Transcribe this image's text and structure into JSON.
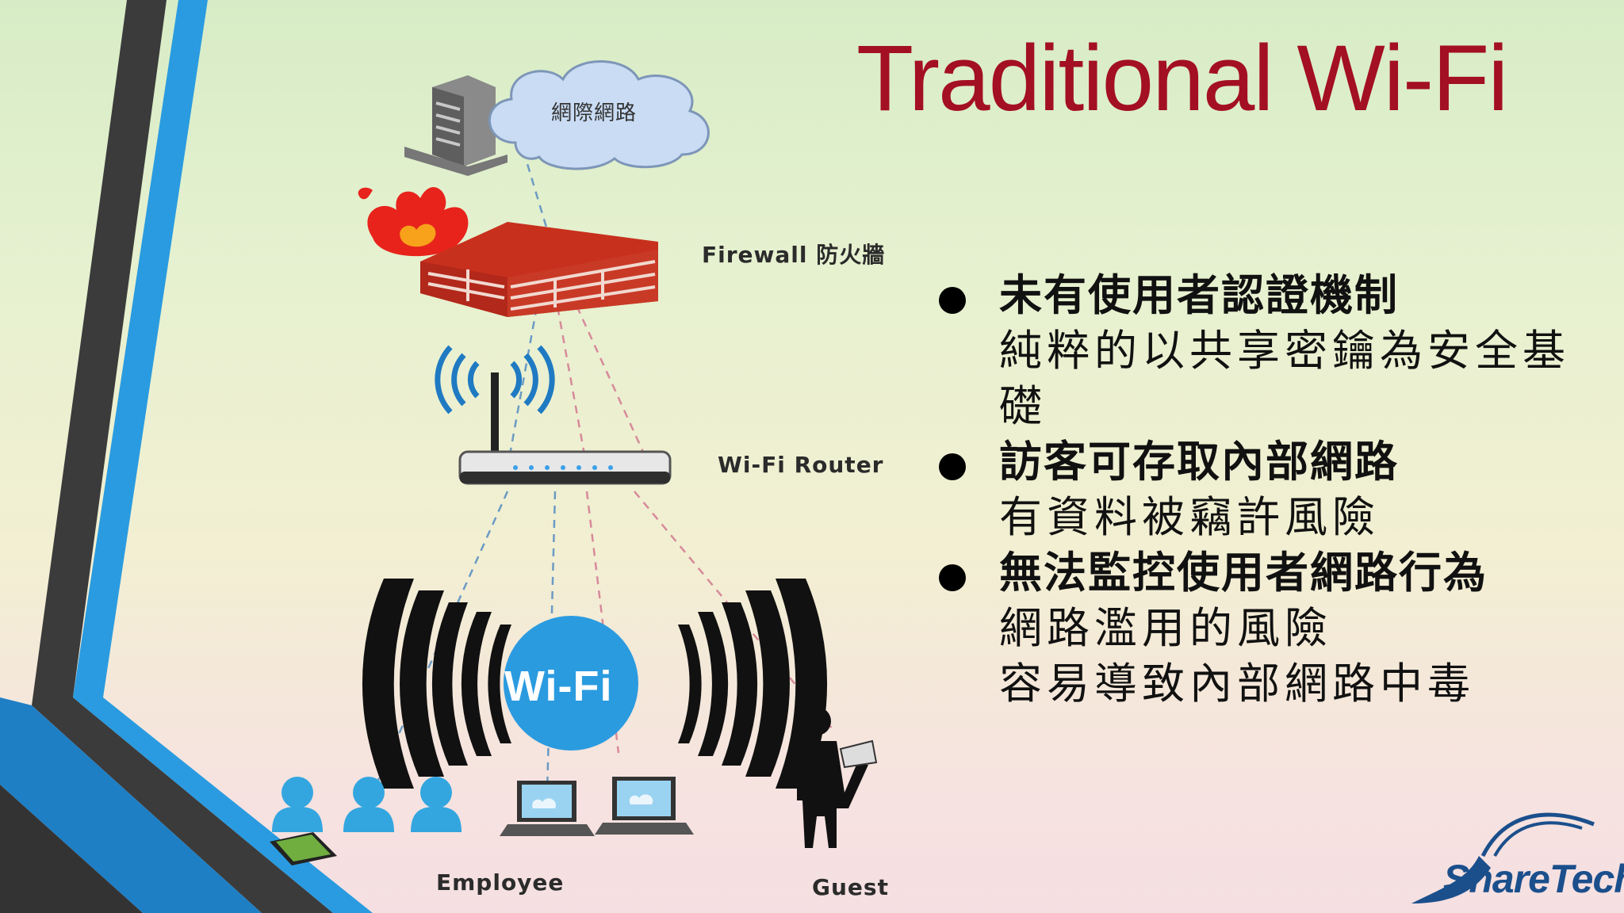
{
  "slide": {
    "title": "Traditional Wi-Fi",
    "brand": "ShareTech",
    "colors": {
      "title": "#a30f23",
      "accent_blue": "#1e90d6",
      "dark_stripe": "#3a3a3a"
    }
  },
  "diagram": {
    "cloud_label": "網際網路",
    "firewall_label": "Firewall 防火牆",
    "router_label": "Wi-Fi Router",
    "wifi_badge": "Wi-Fi",
    "employee_label": "Employee",
    "guest_label": "Guest"
  },
  "bullets": [
    {
      "heading": "未有使用者認證機制",
      "lines": [
        "純粹的以共享密鑰為安全基",
        "礎"
      ]
    },
    {
      "heading": "訪客可存取內部網路",
      "lines": [
        "有資料被竊許風險"
      ]
    },
    {
      "heading": "無法監控使用者網路行為",
      "lines": [
        "網路濫用的風險",
        "容易導致內部網路中毒"
      ]
    }
  ]
}
